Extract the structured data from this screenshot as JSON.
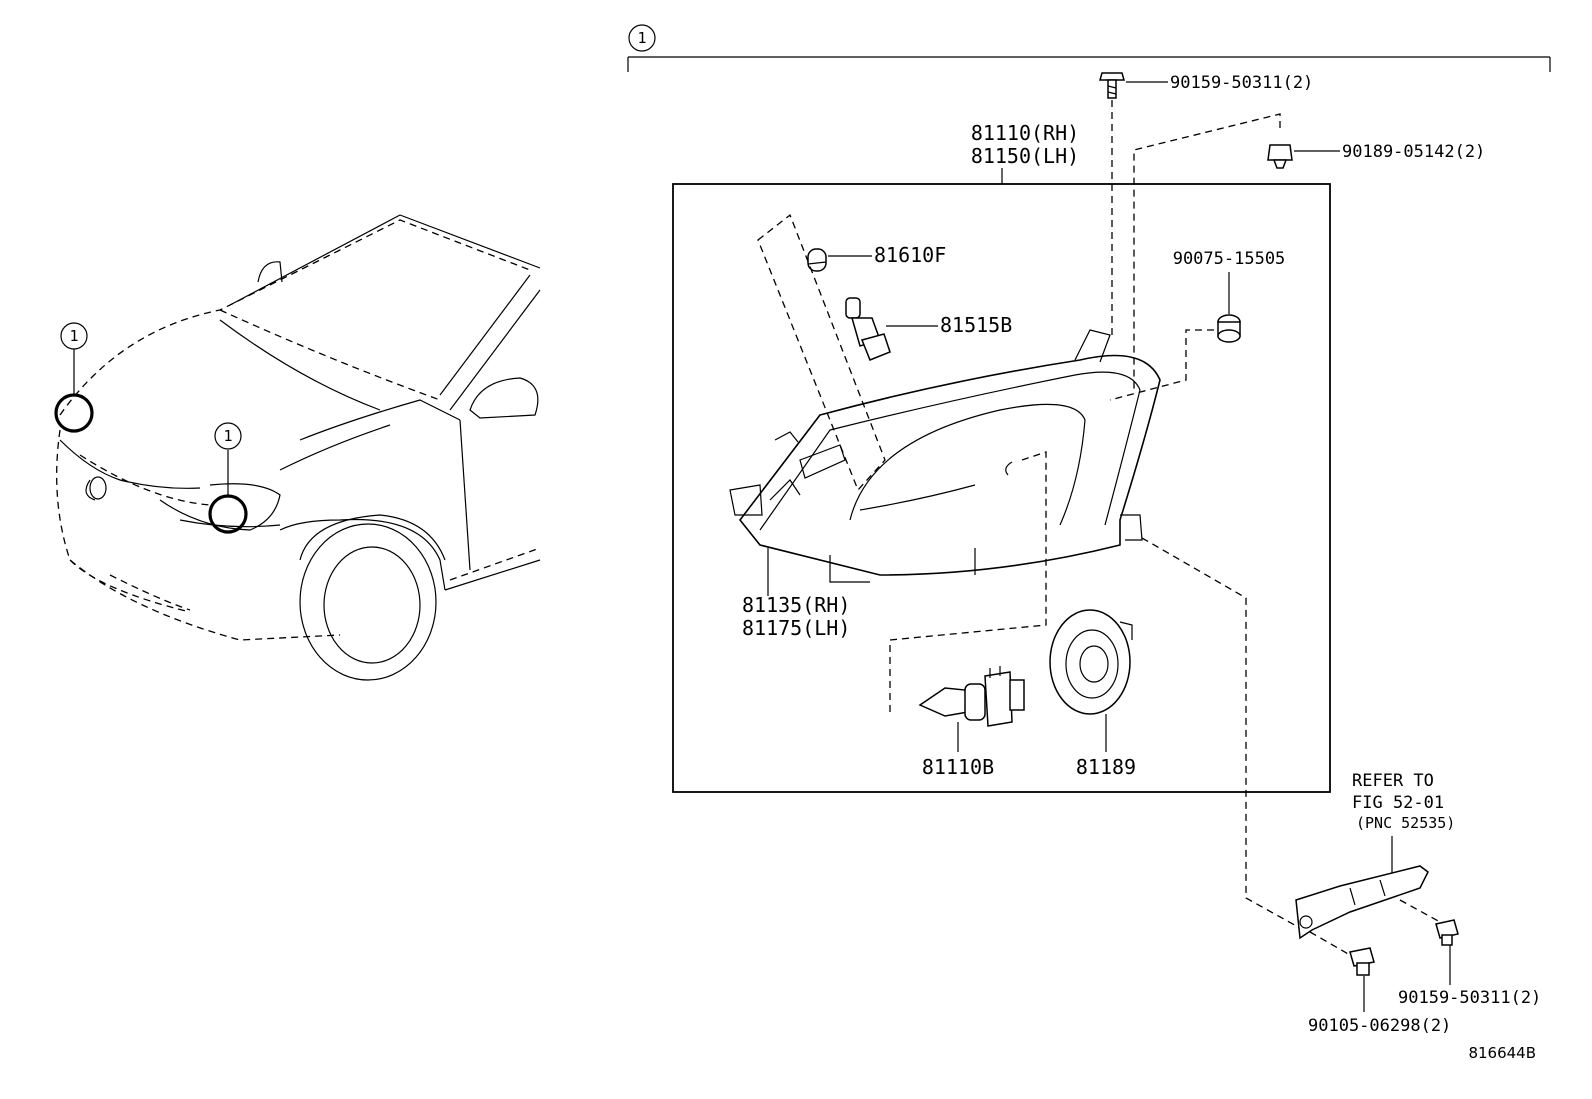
{
  "callout_symbol": "1",
  "labels": {
    "p90159_top": "90159-50311(2)",
    "p90189": "90189-05142(2)",
    "p81110_rh": "81110(RH)",
    "p81150_lh": "81150(LH)",
    "p81610f": "81610F",
    "p81515b": "81515B",
    "p90075": "90075-15505",
    "p81135_rh": "81135(RH)",
    "p81175_lh": "81175(LH)",
    "p81110b": "81110B",
    "p81189": "81189",
    "refer_line1": "REFER TO",
    "refer_line2": "FIG 52-01",
    "refer_line3": "(PNC 52535)",
    "p90159_bottom": "90159-50311(2)",
    "p90105": "90105-06298(2)",
    "figure_id": "816644B"
  }
}
